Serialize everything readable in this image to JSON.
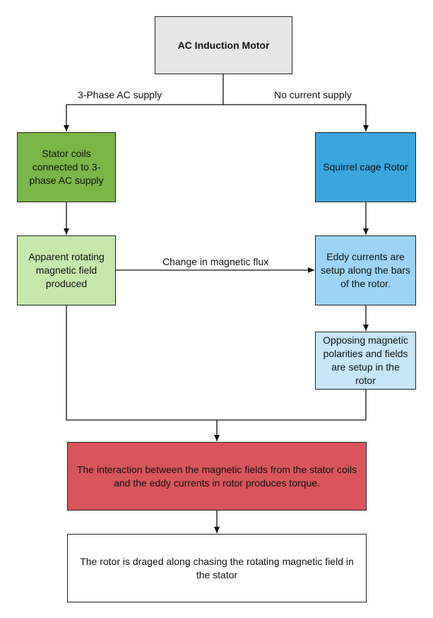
{
  "nodes": {
    "motor": "AC Induction Motor",
    "stator": "Stator coils connected to 3-phase AC supply",
    "squirrel": "Squirrel cage Rotor",
    "field": "Apparent rotating magnetic field produced",
    "eddy": "Eddy currents are setup along the bars of the rotor.",
    "opposing": "Opposing magnetic polarities and fields are setup in the rotor",
    "interaction": "The interaction between the magnetic fields from the stator coils and the eddy currents in rotor produces torque.",
    "rotor": "The rotor is draged along chasing the rotating magnetic field in the stator"
  },
  "edge_labels": {
    "three_phase": "3-Phase AC supply",
    "no_current": "No current supply",
    "flux": "Change in magnetic flux"
  },
  "colors": {
    "motor": "#e6e6e6",
    "stator": "#7ab648",
    "squirrel": "#3aa6dd",
    "field": "#c7e8ac",
    "eddy": "#9dd4f5",
    "opposing": "#c7e6f7",
    "interaction": "#d9555c",
    "rotor": "#ffffff"
  }
}
